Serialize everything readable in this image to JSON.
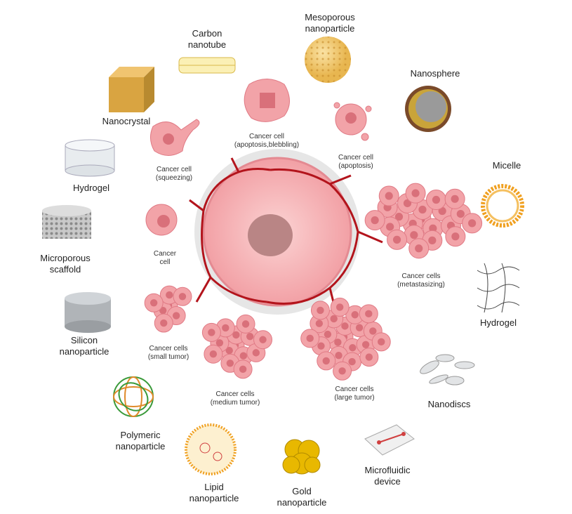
{
  "title": "Nanomaterials and cancer cell models",
  "nanomaterials": [
    {
      "id": "carbon-nanotube",
      "lines": [
        "Carbon",
        "nanotube"
      ]
    },
    {
      "id": "mesoporous-nanoparticle",
      "lines": [
        "Mesoporous",
        "nanoparticle"
      ]
    },
    {
      "id": "nanosphere",
      "lines": [
        "Nanosphere"
      ]
    },
    {
      "id": "nanocrystal",
      "lines": [
        "Nanocrystal"
      ]
    },
    {
      "id": "hydrogel-left",
      "lines": [
        "Hydrogel"
      ]
    },
    {
      "id": "micelle",
      "lines": [
        "Micelle"
      ]
    },
    {
      "id": "microporous-scaffold",
      "lines": [
        "Microporous",
        "scaffold"
      ]
    },
    {
      "id": "hydrogel-right",
      "lines": [
        "Hydrogel"
      ]
    },
    {
      "id": "silicon-nanoparticle",
      "lines": [
        "Silicon",
        "nanoparticle"
      ]
    },
    {
      "id": "nanodiscs",
      "lines": [
        "Nanodiscs"
      ]
    },
    {
      "id": "polymeric-nanoparticle",
      "lines": [
        "Polymeric",
        "nanoparticle"
      ]
    },
    {
      "id": "lipid-nanoparticle",
      "lines": [
        "Lipid",
        "nanoparticle"
      ]
    },
    {
      "id": "gold-nanoparticle",
      "lines": [
        "Gold",
        "nanoparticle"
      ]
    },
    {
      "id": "microfluidic-device",
      "lines": [
        "Microfluidic",
        "device"
      ]
    }
  ],
  "cancer_cells": [
    {
      "id": "apoptosis-blebbing",
      "lines": [
        "Cancer cell",
        "(apoptosis,blebbling)"
      ]
    },
    {
      "id": "apoptosis",
      "lines": [
        "Cancer cell",
        "(apoptosis)"
      ]
    },
    {
      "id": "squeezing",
      "lines": [
        "Cancer cell",
        "(squeezing)"
      ]
    },
    {
      "id": "single",
      "lines": [
        "Cancer",
        "cell"
      ]
    },
    {
      "id": "metastasizing",
      "lines": [
        "Cancer cells",
        "(metastasizing)"
      ]
    },
    {
      "id": "small-tumor",
      "lines": [
        "Cancer cells",
        "(small tumor)"
      ]
    },
    {
      "id": "medium-tumor",
      "lines": [
        "Cancer cells",
        "(medium tumor)"
      ]
    },
    {
      "id": "large-tumor",
      "lines": [
        "Cancer cells",
        "(large tumor)"
      ]
    }
  ],
  "colors": {
    "cell": "#f2a3a8",
    "nucleus": "#d9707a",
    "vessel": "#b3141c",
    "gold": "#f0c419",
    "micelle": "#f0a020"
  }
}
